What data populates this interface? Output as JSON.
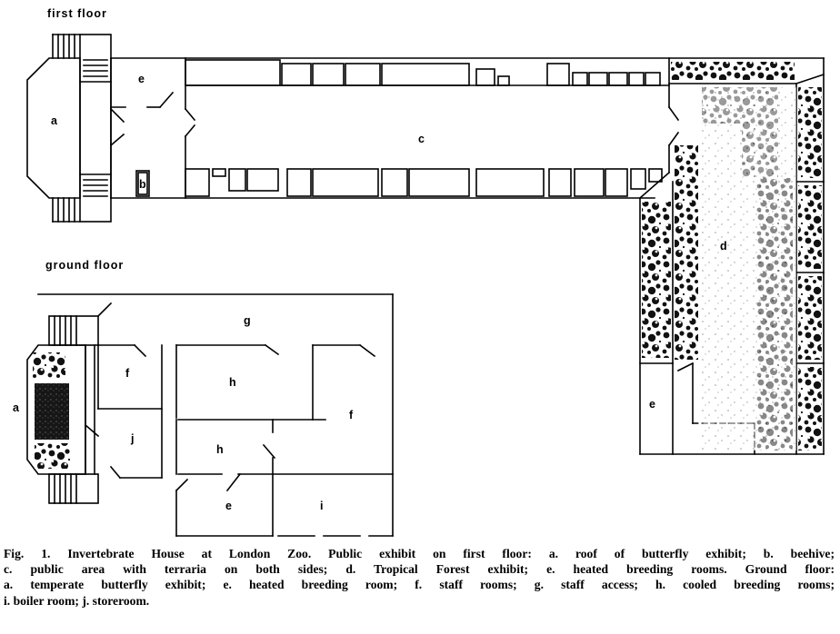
{
  "floors": {
    "first": {
      "title": "first floor"
    },
    "ground": {
      "title": "ground floor"
    }
  },
  "labels": {
    "first": {
      "a": "a",
      "b": "b",
      "c": "c",
      "d": "d",
      "e_top": "e",
      "e_right": "e"
    },
    "ground": {
      "a": "a",
      "e": "e",
      "f_left": "f",
      "f_right": "f",
      "g": "g",
      "h_upper": "h",
      "h_lower": "h",
      "i": "i",
      "j": "j"
    }
  },
  "caption": {
    "line1": "Fig. 1. Invertebrate House at London Zoo. Public exhibit on first floor: a. roof of butterfly exhibit; b. beehive;",
    "line2": "c. public area with terraria on both sides; d. Tropical Forest exhibit; e. heated breeding rooms. Ground floor:",
    "line3": "a. temperate butterfly exhibit; e. heated breeding room; f. staff rooms; g. staff access; h. cooled breeding rooms;",
    "line4": "i. boiler room; j. storeroom."
  }
}
